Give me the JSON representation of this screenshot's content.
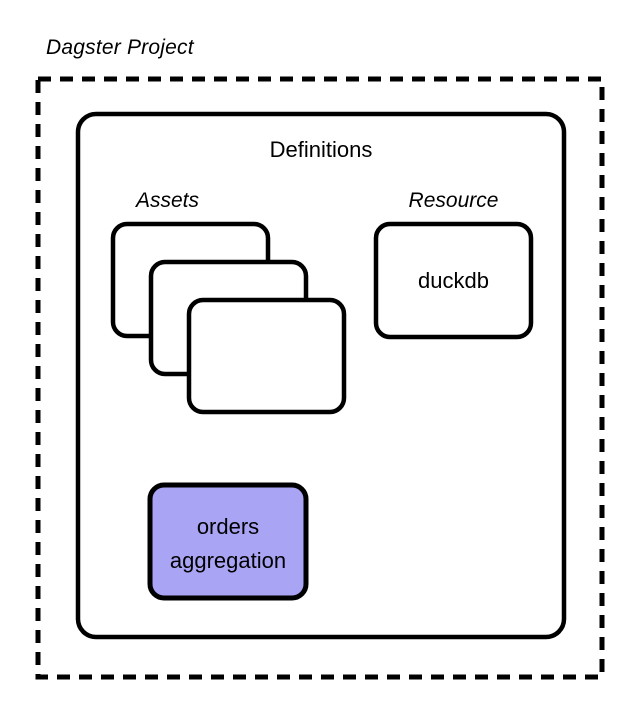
{
  "diagram": {
    "title": "Dagster Project",
    "type": "architecture-diagram",
    "background_color": "#ffffff",
    "stroke_color": "#000000",
    "dashed_edge_color": "#3d4451",
    "arrowhead_color": "#3d4451",
    "highlight_fill": "#aaa4f5"
  },
  "outer_container": {
    "label": "Dagster Project",
    "border_style": "dashed",
    "border_color": "#000000"
  },
  "definitions_container": {
    "label": "Definitions",
    "border_style": "solid",
    "border_color": "#000000"
  },
  "groups": [
    {
      "name": "assets-group",
      "label": "Assets"
    },
    {
      "name": "resource-group",
      "label": "Resource"
    }
  ],
  "nodes": {
    "asset_cards": [
      {
        "name": "asset-card-back",
        "label": ""
      },
      {
        "name": "asset-card-middle",
        "label": ""
      },
      {
        "name": "asset-card-front",
        "label": ""
      }
    ],
    "resource": {
      "name": "duckdb-resource-node",
      "label": "duckdb",
      "fill": "#ffffff"
    },
    "downstream_asset": {
      "name": "orders-aggregation-node",
      "label_line1": "orders",
      "label_line2": "aggregation",
      "fill": "#aaa4f5"
    }
  },
  "edges": [
    {
      "from": "asset-card-back",
      "to": "duckdb-resource-node",
      "style": "dashed"
    },
    {
      "from": "asset-card-middle",
      "to": "duckdb-resource-node",
      "style": "dashed"
    },
    {
      "from": "asset-card-front",
      "to": "duckdb-resource-node",
      "style": "dashed"
    },
    {
      "from": "asset-card-back",
      "to": "orders-aggregation-node",
      "style": "dashed",
      "arrow": true
    },
    {
      "from": "asset-card-middle",
      "to": "orders-aggregation-node",
      "style": "dashed",
      "arrow": true
    },
    {
      "from": "asset-card-front",
      "to": "orders-aggregation-node",
      "style": "dashed",
      "arrow": true
    },
    {
      "from": "duckdb-resource-node",
      "to": "orders-aggregation-node",
      "style": "dashed"
    }
  ]
}
